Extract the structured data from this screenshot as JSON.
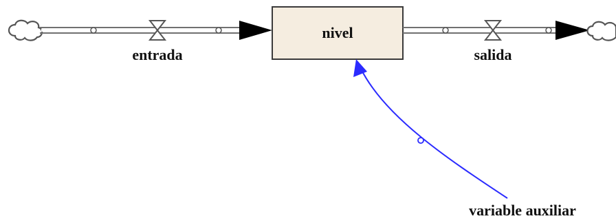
{
  "stock": {
    "label": "nivel"
  },
  "flows": [
    {
      "label": "entrada"
    },
    {
      "label": "salida"
    }
  ],
  "auxiliary": {
    "label": "variable auxiliar"
  },
  "colors": {
    "stock_fill": "#f5ede0",
    "link": "#2b2bff",
    "arrow": "#000000",
    "pipe": "#707070"
  }
}
